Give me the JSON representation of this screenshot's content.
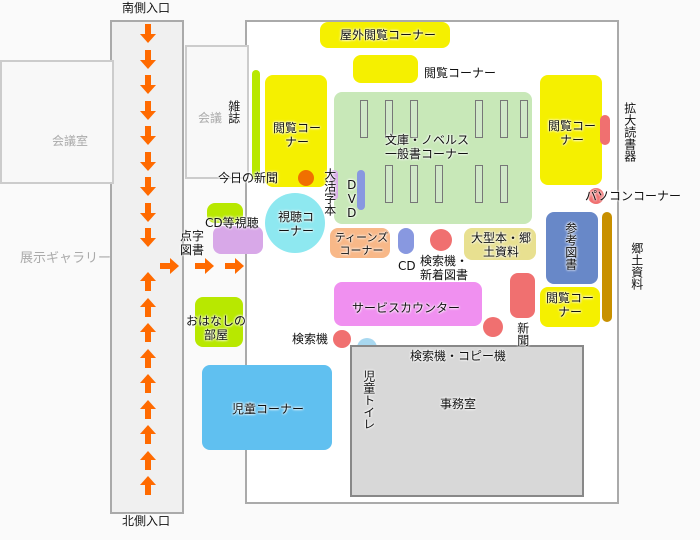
{
  "entrances": {
    "south": "南側入口",
    "north": "北側入口"
  },
  "areas": {
    "outdoor_reading": "屋外閲覧コーナー",
    "reading_top": "閲覧コーナー",
    "reading_left": "閲覧コーナー",
    "reading_right_top": "閲覧コーナー",
    "reading_right_bottom": "閲覧コーナー",
    "magnifier": "拡大読書器",
    "meeting_room": "会議室",
    "meeting_room2": "会議",
    "magazines": "雑誌",
    "general_books": "文庫・ノベルス\n一般書コーナー",
    "todays_newspaper": "今日の新聞",
    "large_print": "大活字本",
    "dvd": "DVD",
    "pc_corner": "パソコンコーナー",
    "cd_listening": "CD等視聴",
    "av_corner": "視聴コーナー",
    "braille": "点字図書",
    "gallery": "展示ギャラリー",
    "teens": "ティーンズコーナー",
    "cd": "CD",
    "search_new": "検索機・新着図書",
    "oversize_local": "大型本・郷土資料",
    "reference": "参考図書",
    "local_materials": "郷土資料",
    "storytelling": "おはなしの部屋",
    "service_counter": "サービスカウンター",
    "newspaper": "新聞",
    "search_terminal": "検索機",
    "search_copy": "検索機・コピー機",
    "kids_toilet": "児童トイレ",
    "kids_corner": "児童コーナー",
    "office": "事務室"
  },
  "colors": {
    "yellow": "#f5f000",
    "green": "#c8e8b8",
    "cyan": "#8ee8f0",
    "purple": "#d8a8e8",
    "orange": "#f8b888",
    "blue": "#6888c8",
    "pink": "#f090f0",
    "red": "#f07070",
    "khaki": "#e8e090",
    "lime": "#b8e800",
    "kids": "#60c0f0",
    "brown": "#c89000",
    "arrow": "#ff6a00",
    "office": "#d8d8d8"
  }
}
